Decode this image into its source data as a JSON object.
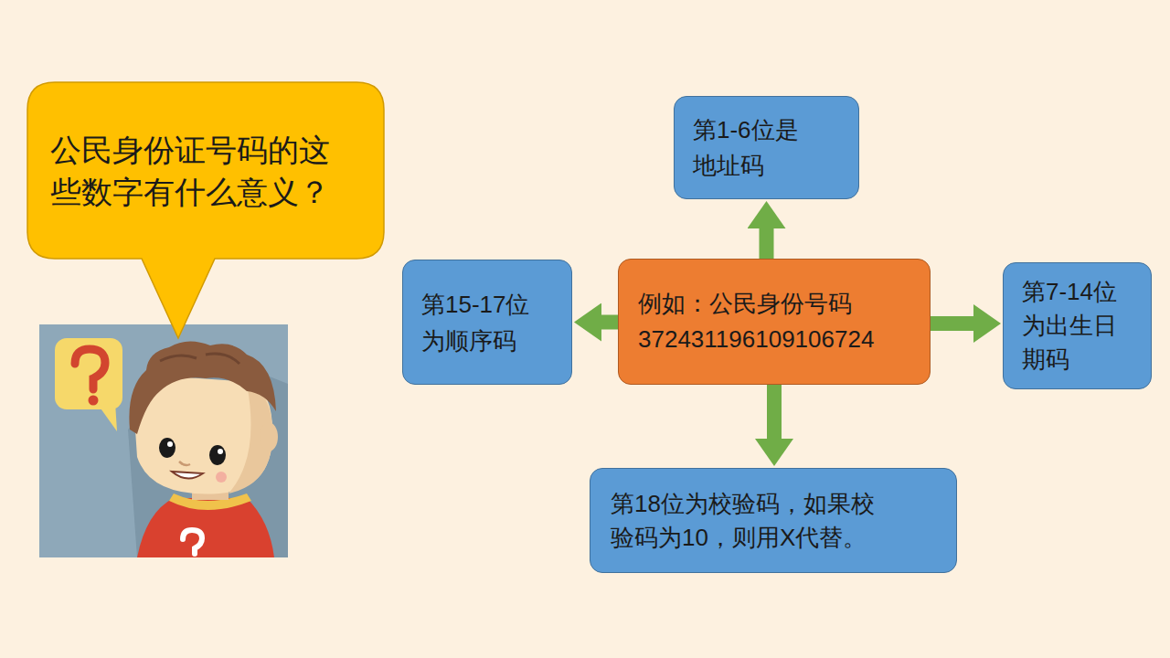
{
  "diagram": {
    "nodes": [
      {
        "text": [
          "公民身份证号码的这 些数字有什么意义？"
        ]
      },
      {
        "text": [
          "第1-6位是 地址码"
        ]
      },
      {
        "text": [
          "第15-17位 为顺序码"
        ]
      },
      {
        "text": [
          "例如：公民身份号码 372431196109106724"
        ]
      },
      {
        "text": [
          "第7-14位 为出生日 期码"
        ]
      },
      {
        "text": [
          "第18位为校验码，如果校 验码为10，则用X代替。"
        ]
      }
    ],
    "edges": [
      {
        "from": 3,
        "to": 1,
        "arrow": "to"
      },
      {
        "from": 3,
        "to": 4,
        "arrow": "to"
      },
      {
        "from": 3,
        "to": 2,
        "arrow": "to"
      },
      {
        "from": 3,
        "to": 5,
        "arrow": "to"
      }
    ]
  }
}
